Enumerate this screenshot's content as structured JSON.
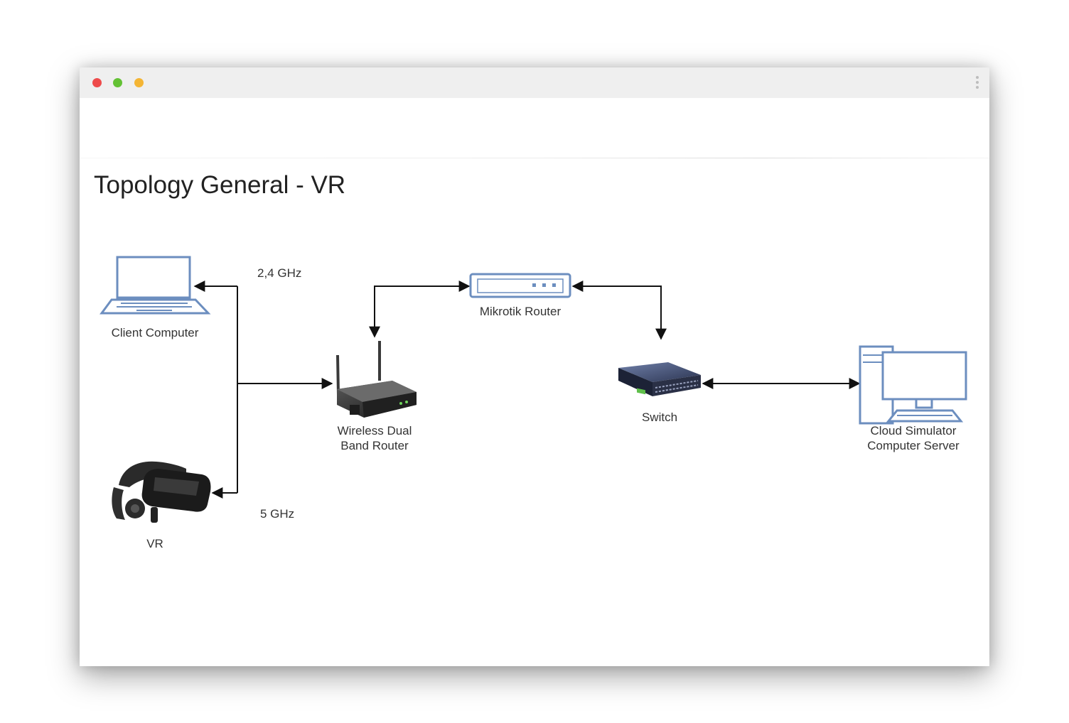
{
  "window": {
    "controls": [
      "close",
      "minimize",
      "maximize"
    ],
    "menu_icon": "vertical-dots-icon"
  },
  "diagram": {
    "title": "Topology General - VR",
    "nodes": [
      {
        "id": "client",
        "label_lines": [
          "Client Computer"
        ],
        "icon": "laptop-icon"
      },
      {
        "id": "vr",
        "label_lines": [
          "VR"
        ],
        "icon": "vr-headset-icon"
      },
      {
        "id": "wireless",
        "label_lines": [
          "Wireless Dual",
          "Band Router"
        ],
        "icon": "wireless-router-icon"
      },
      {
        "id": "mikrotik",
        "label_lines": [
          "Mikrotik Router"
        ],
        "icon": "router-icon"
      },
      {
        "id": "switch",
        "label_lines": [
          "Switch"
        ],
        "icon": "network-switch-icon"
      },
      {
        "id": "cloud",
        "label_lines": [
          "Cloud Simulator",
          "Computer Server"
        ],
        "icon": "desktop-computer-icon"
      }
    ],
    "edge_labels": {
      "band_24": "2,4 GHz",
      "band_5": "5 GHz"
    },
    "edges": [
      {
        "from": "wireless",
        "to": "client",
        "label": "2,4 GHz",
        "arrows": "both"
      },
      {
        "from": "wireless",
        "to": "vr",
        "label": "5 GHz",
        "arrows": "both"
      },
      {
        "from": "wireless",
        "to": "mikrotik",
        "arrows": "both"
      },
      {
        "from": "mikrotik",
        "to": "switch",
        "arrows": "both"
      },
      {
        "from": "switch",
        "to": "cloud",
        "arrows": "both"
      }
    ]
  }
}
